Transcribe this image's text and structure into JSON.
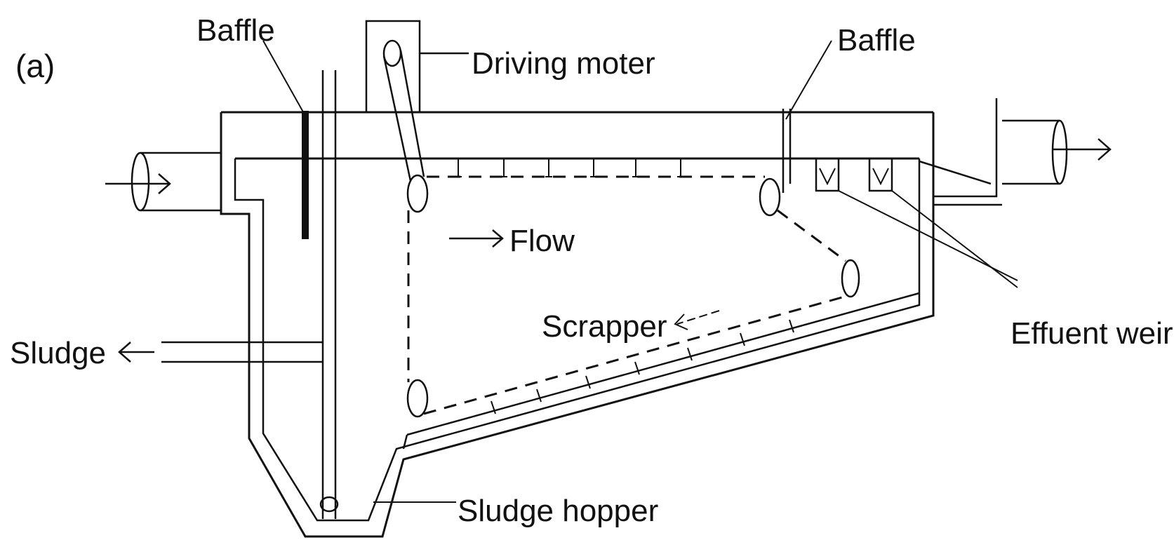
{
  "diagram": {
    "panel_label": "(a)",
    "labels": {
      "baffle_left": "Baffle",
      "baffle_right": "Baffle",
      "driving_motor": "Driving moter",
      "flow": "Flow",
      "sludge": "Sludge",
      "scrapper": "Scrapper",
      "effluent_weir": "Effuent weir",
      "sludge_hopper": "Sludge hopper"
    },
    "colors": {
      "line": "#111111",
      "background": "#ffffff"
    }
  }
}
